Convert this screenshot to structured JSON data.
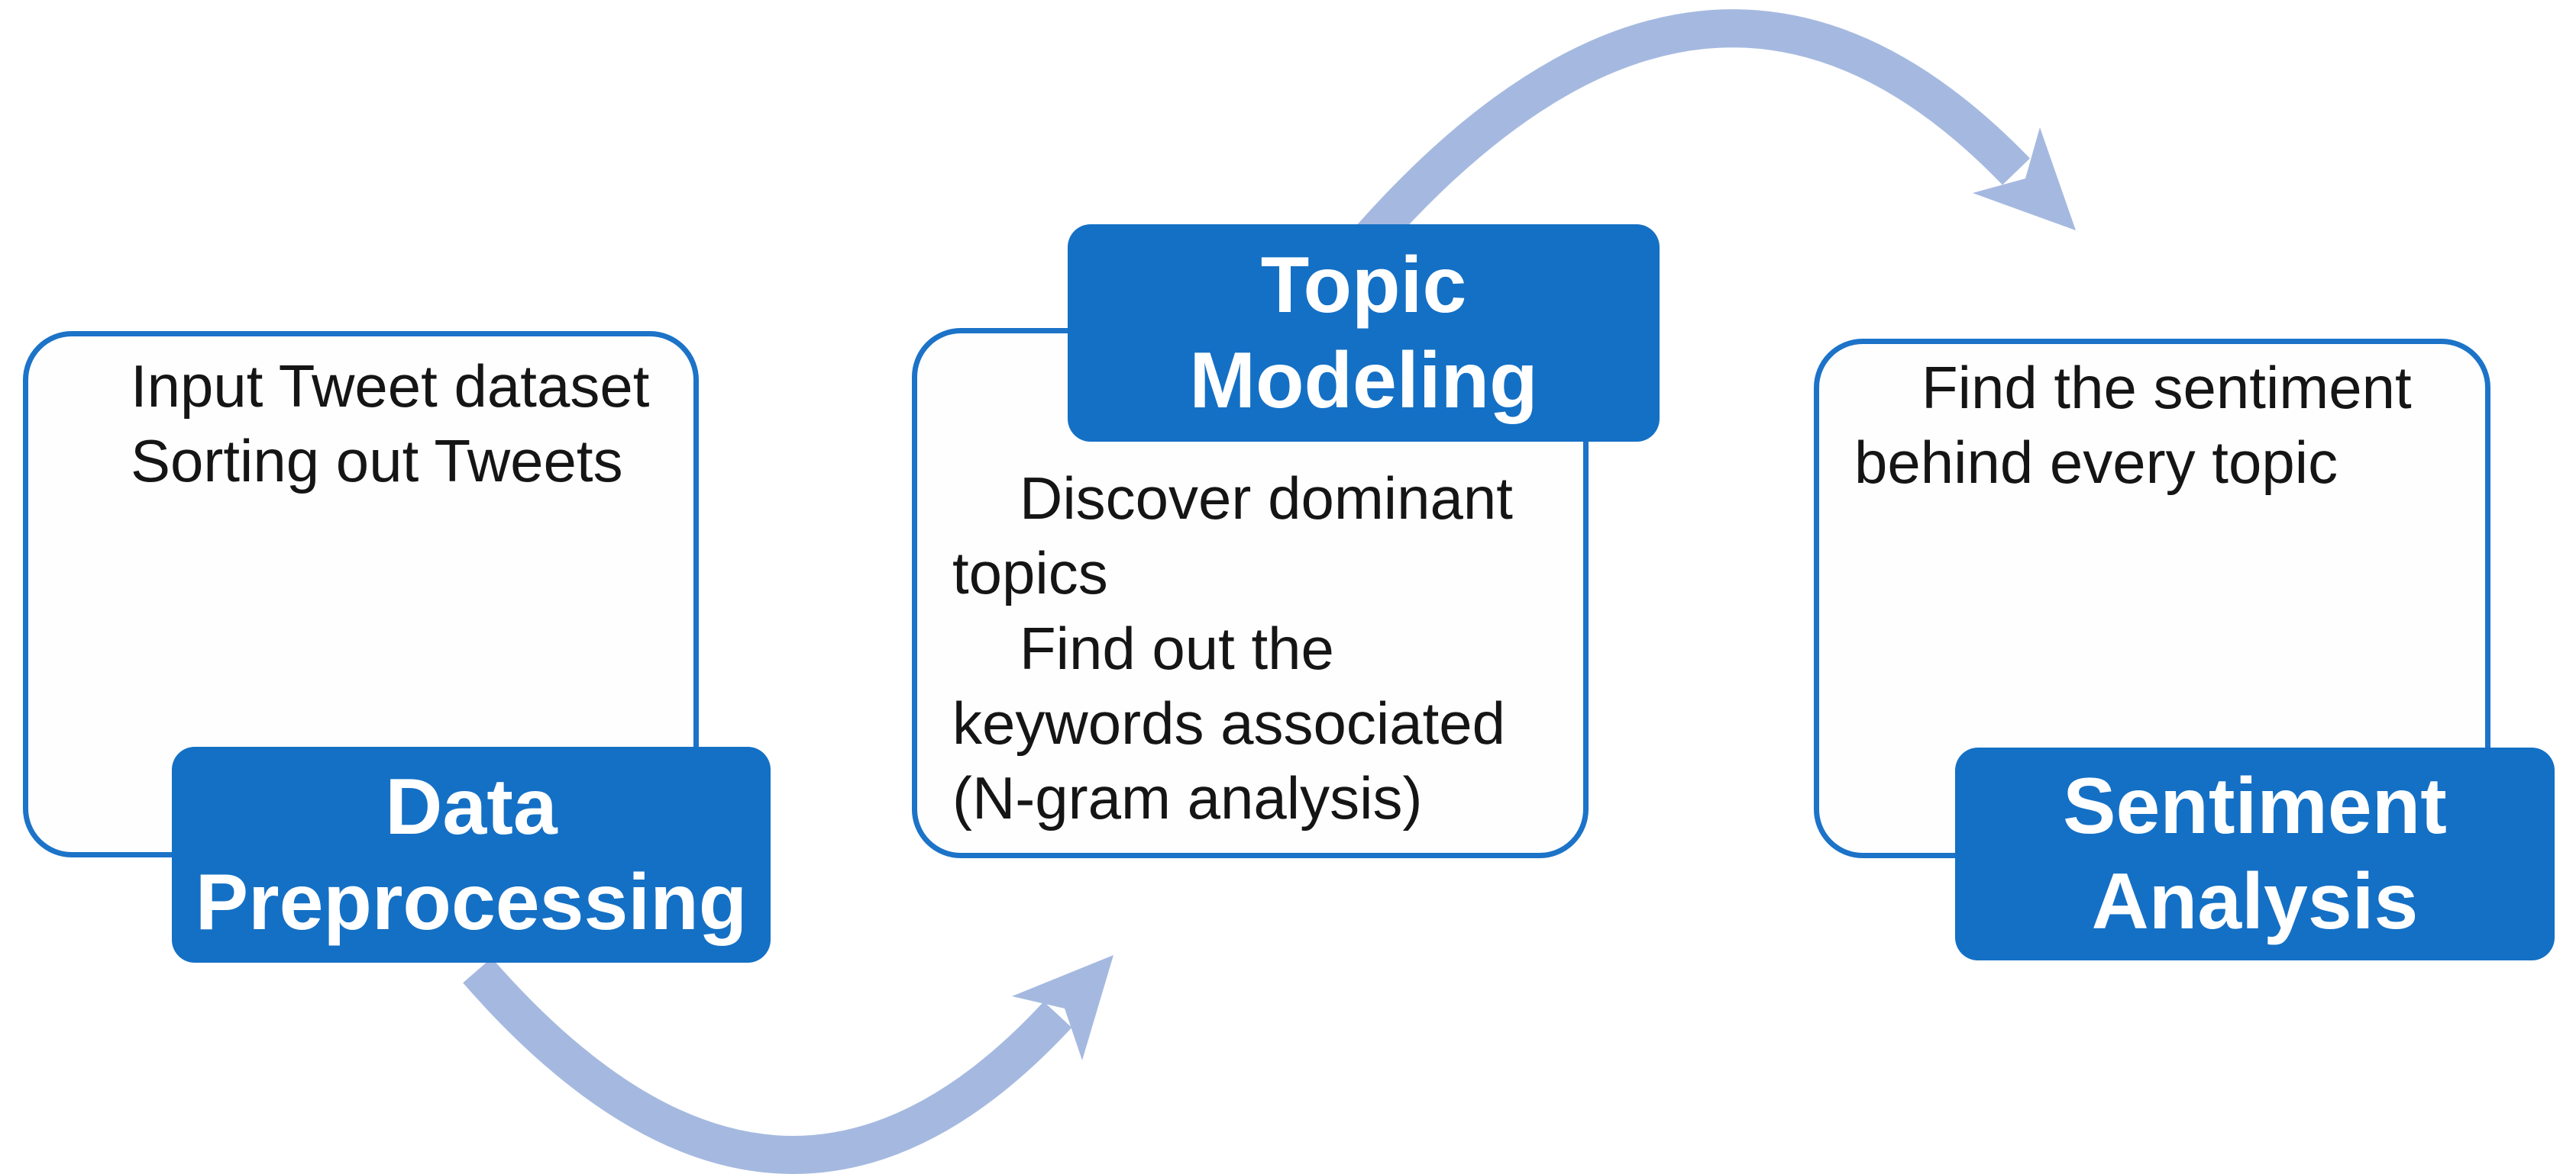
{
  "figure": {
    "stages": [
      {
        "name": "data-preprocessing",
        "badge": {
          "lines": [
            "Data",
            "Preprocessing"
          ]
        },
        "panel": {
          "paragraphs": [
            {
              "lines": [
                "Input Tweet dataset"
              ]
            },
            {
              "lines": [
                "Sorting out Tweets"
              ]
            }
          ]
        }
      },
      {
        "name": "topic-modeling",
        "badge": {
          "lines": [
            "Topic",
            "Modeling"
          ]
        },
        "panel": {
          "paragraphs": [
            {
              "lines": [
                "Discover dominant",
                "topics"
              ]
            },
            {
              "lines": [
                "Find out the",
                "keywords associated",
                "(N-gram analysis)"
              ]
            }
          ]
        }
      },
      {
        "name": "sentiment-analysis",
        "badge": {
          "lines": [
            "Sentiment",
            "Analysis"
          ]
        },
        "panel": {
          "paragraphs": [
            {
              "lines": [
                "Find the sentiment",
                "behind every topic"
              ]
            }
          ]
        }
      }
    ],
    "arrows": [
      {
        "name": "arrow-preprocessing-to-topic-modeling",
        "from": "Data Preprocessing",
        "to": "Topic Modeling",
        "direction": "up-right"
      },
      {
        "name": "arrow-topic-modeling-to-sentiment-analysis",
        "from": "Topic Modeling",
        "to": "Sentiment Analysis",
        "direction": "down-right"
      }
    ],
    "colors": {
      "badge_fill": "#1470C5",
      "panel_border": "#1C73C8",
      "panel_fill": "#FEFEFE",
      "arrow": "#A5B9E0",
      "badge_text": "#FFFFFF",
      "body_text": "#151515",
      "background": "#FFFFFF"
    }
  }
}
